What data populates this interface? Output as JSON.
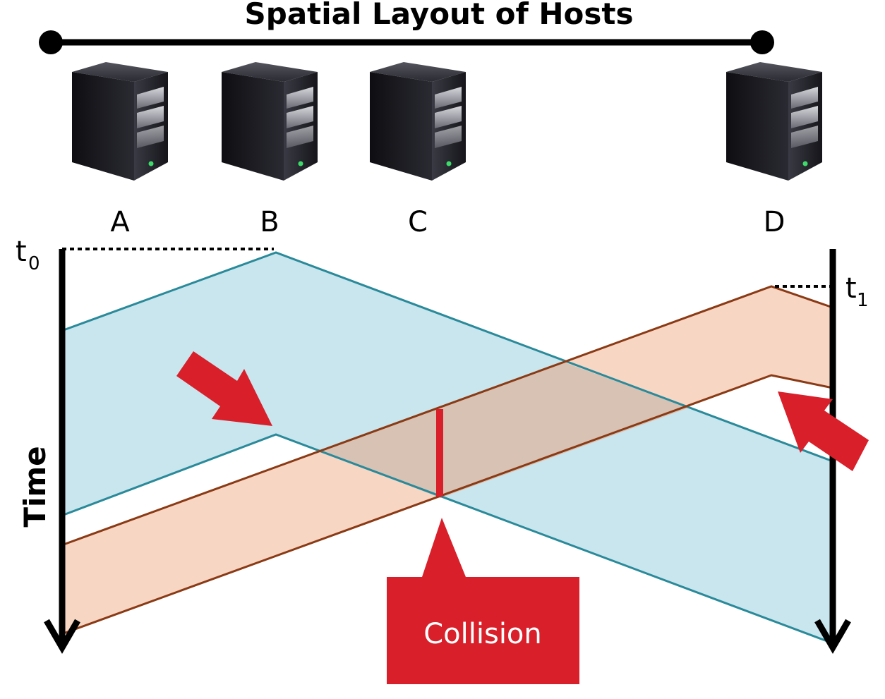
{
  "title": "Spatial Layout of Hosts",
  "hosts": [
    {
      "label": "A"
    },
    {
      "label": "B"
    },
    {
      "label": "C"
    },
    {
      "label": "D"
    }
  ],
  "time_axis_label": "Time",
  "time_markers": [
    {
      "letter": "t",
      "sub": "0"
    },
    {
      "letter": "t",
      "sub": "1"
    }
  ],
  "callout": "Collision",
  "colors": {
    "signal_b": "#c9e6ee",
    "signal_b_edge": "#2a8a9a",
    "signal_d": "#f8d6c4",
    "signal_d_edge": "#8a3a14",
    "overlap": "#d7c2b4",
    "accent_red": "#d81f2a",
    "server_body": "#2b2b33"
  }
}
